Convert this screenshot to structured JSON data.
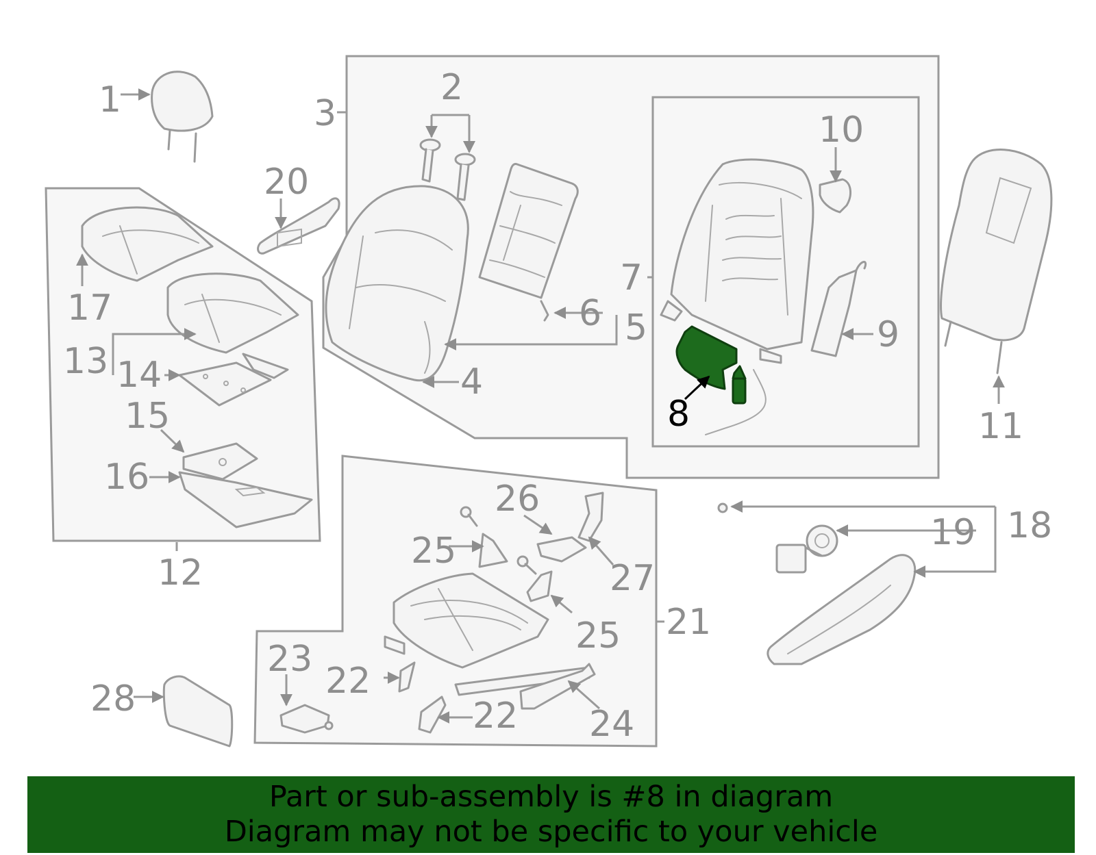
{
  "diagram": {
    "callouts": {
      "n1": "1",
      "n2": "2",
      "n3": "3",
      "n4": "4",
      "n5": "5",
      "n6": "6",
      "n7": "7",
      "n8": "8",
      "n9": "9",
      "n10": "10",
      "n11": "11",
      "n12": "12",
      "n13": "13",
      "n14": "14",
      "n15": "15",
      "n16": "16",
      "n17": "17",
      "n18": "18",
      "n19": "19",
      "n20": "20",
      "n21": "21",
      "n22a": "22",
      "n22b": "22",
      "n23": "23",
      "n24": "24",
      "n25a": "25",
      "n25b": "25",
      "n26": "26",
      "n27": "27",
      "n28": "28"
    },
    "highlighted_part": "8",
    "highlight_color": "#1d6b1d"
  },
  "banner": {
    "line1": "Part or sub-assembly is #8 in diagram",
    "line2": "Diagram may not be specific to your vehicle",
    "background": "#146014"
  }
}
